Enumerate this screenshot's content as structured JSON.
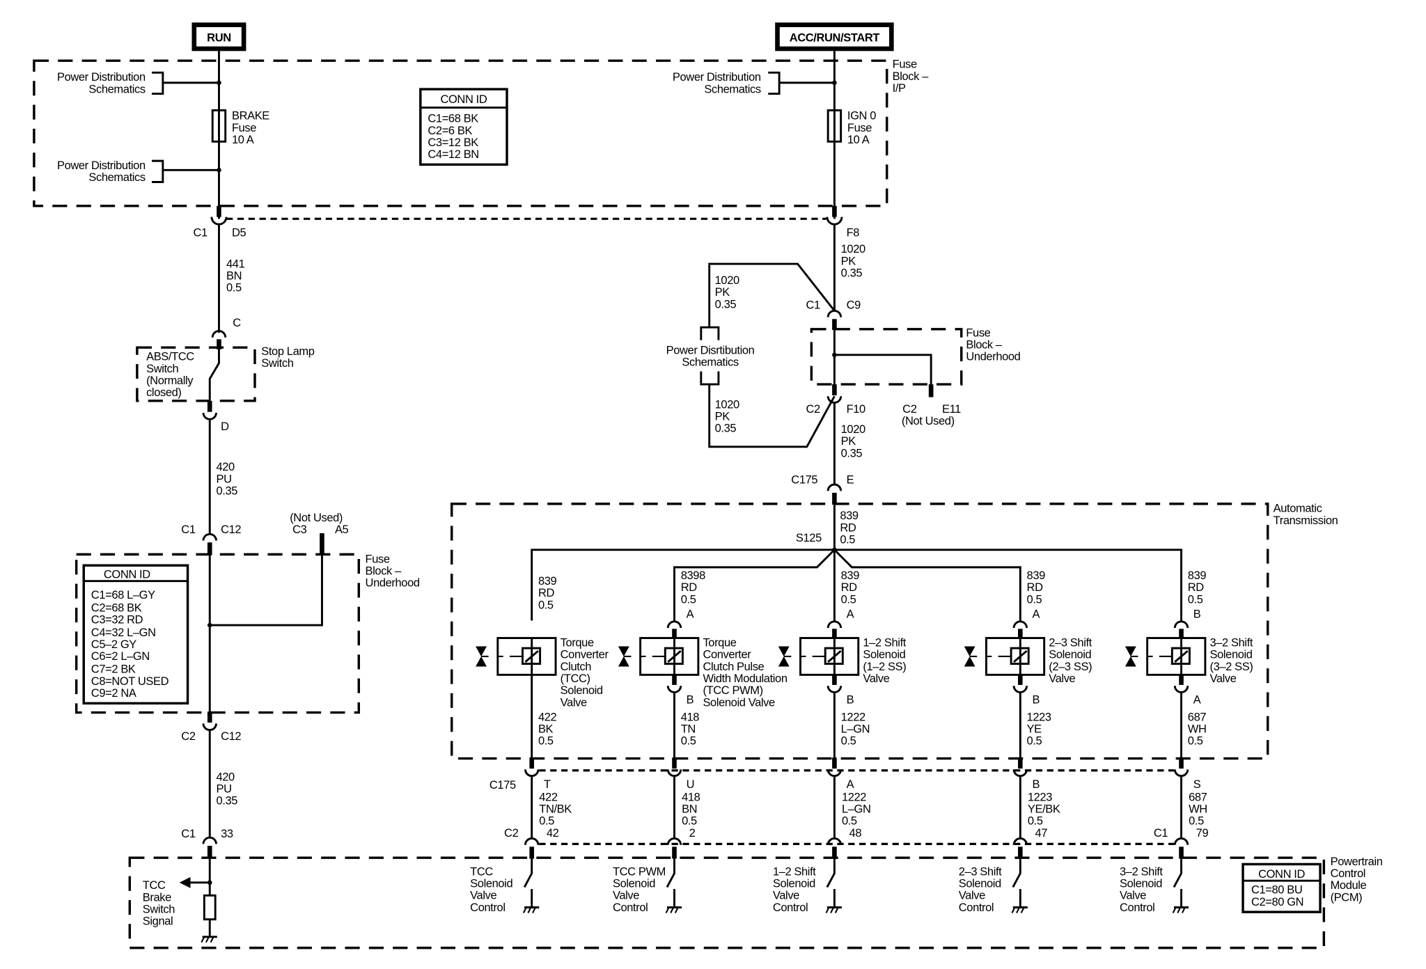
{
  "power_sources": {
    "run": "RUN",
    "acc_run_start": "ACC/RUN/START"
  },
  "fuse_block_ip": {
    "label": [
      "Fuse",
      "Block –",
      "I/P"
    ],
    "pds_left_top": [
      "Power Distribution",
      "Schematics"
    ],
    "pds_left_bottom": [
      "Power Distribution",
      "Schematics"
    ],
    "pds_right": [
      "Power Distribution",
      "Schematics"
    ],
    "brake_fuse": [
      "BRAKE",
      "Fuse",
      "10 A"
    ],
    "ign0_fuse": [
      "IGN 0",
      "Fuse",
      "10 A"
    ],
    "conn_id": {
      "title": "CONN ID",
      "rows": [
        "C1=68 BK",
        "C2=6 BK",
        "C3=12 BK",
        "C4=12 BN"
      ]
    },
    "left_connector": {
      "conn": "C1",
      "pin": "D5"
    },
    "right_connector": {
      "pin": "F8"
    }
  },
  "brake_circuit": {
    "wire_441": [
      "441",
      "BN",
      "0.5"
    ],
    "switch_pin_top": "C",
    "switch_pin_bottom": "D",
    "switch_label": [
      "ABS/TCC",
      "Switch",
      "(Normally",
      "closed)"
    ],
    "stop_lamp_switch": [
      "Stop Lamp",
      "Switch"
    ],
    "wire_420_a": [
      "420",
      "PU",
      "0.35"
    ],
    "fb_uh_top": {
      "conn": "C1",
      "pin": "C12"
    },
    "fb_uh_unused": {
      "note": "(Not Used)",
      "conn": "C3",
      "pin": "A5"
    },
    "fb_uh_label": [
      "Fuse",
      "Block –",
      "Underhood"
    ],
    "conn_id": {
      "title": "CONN ID",
      "rows": [
        "C1=68 L–GY",
        "C2=68 BK",
        "C3=32 RD",
        "C4=32 L–GN",
        "C5–2 GY",
        "C6=2 L–GN",
        "C7=2 BK",
        "C8=NOT USED",
        "C9=2 NA"
      ]
    },
    "fb_uh_bottom": {
      "conn": "C2",
      "pin": "C12"
    },
    "wire_420_b": [
      "420",
      "PU",
      "0.35"
    ],
    "pcm_conn": {
      "conn": "C1",
      "pin": "33"
    },
    "pcm_signal": [
      "TCC",
      "Brake",
      "Switch",
      "Signal"
    ]
  },
  "ign_circuit": {
    "wire_f8": [
      "1020",
      "PK",
      "0.35"
    ],
    "loop_top": [
      "1020",
      "PK",
      "0.35"
    ],
    "loop_bottom": [
      "1020",
      "PK",
      "0.35"
    ],
    "pds": [
      "Power Disrtibution",
      "Schematics"
    ],
    "uh_top": {
      "conn": "C1",
      "pin": "C9"
    },
    "uh_bottom": {
      "conn": "C2",
      "pin": "F10"
    },
    "uh_unused": {
      "conn": "C2",
      "pin": "E11",
      "note": "(Not Used)"
    },
    "uh_label": [
      "Fuse",
      "Block –",
      "Underhood"
    ],
    "wire_f10": [
      "1020",
      "PK",
      "0.35"
    ],
    "c175": {
      "conn": "C175",
      "pin": "E"
    }
  },
  "transmission": {
    "label": [
      "Automatic",
      "Transmission"
    ],
    "splice": "S125",
    "feed_wire": [
      "839",
      "RD",
      "0.5"
    ],
    "solenoids": [
      {
        "name": [
          "Torque",
          "Converter",
          "Clutch",
          "(TCC)",
          "Solenoid",
          "Valve"
        ],
        "in_wire": [
          "839",
          "RD",
          "0.5"
        ],
        "pin_in": "",
        "pin_out": "",
        "out_wire": [
          "422",
          "BK",
          "0.5"
        ],
        "c175_pin": "T",
        "pcm_wire": [
          "422",
          "TN/BK",
          "0.5"
        ],
        "pcm_conn": "C2",
        "pcm_pin": "42",
        "pcm_label": [
          "TCC",
          "Solenoid",
          "Valve",
          "Control"
        ]
      },
      {
        "name": [
          "Torque",
          "Converter",
          "Clutch Pulse",
          "Width Modulation",
          "(TCC PWM)",
          "Solenoid Valve"
        ],
        "in_wire": [
          "8398",
          "RD",
          "0.5"
        ],
        "pin_in": "A",
        "pin_out": "B",
        "out_wire": [
          "418",
          "TN",
          "0.5"
        ],
        "c175_pin": "U",
        "pcm_wire": [
          "418",
          "BN",
          "0.5"
        ],
        "pcm_conn": "",
        "pcm_pin": "2",
        "pcm_label": [
          "TCC PWM",
          "Solenoid",
          "Valve",
          "Control"
        ]
      },
      {
        "name": [
          "1–2 Shift",
          "Solenoid",
          "(1–2 SS)",
          "Valve"
        ],
        "in_wire": [
          "839",
          "RD",
          "0.5"
        ],
        "pin_in": "A",
        "pin_out": "B",
        "out_wire": [
          "1222",
          "L–GN",
          "0.5"
        ],
        "c175_pin": "A",
        "pcm_wire": [
          "1222",
          "L–GN",
          "0.5"
        ],
        "pcm_conn": "",
        "pcm_pin": "48",
        "pcm_label": [
          "1–2 Shift",
          "Solenoid",
          "Valve",
          "Control"
        ]
      },
      {
        "name": [
          "2–3 Shift",
          "Solenoid",
          "(2–3 SS)",
          "Valve"
        ],
        "in_wire": [
          "839",
          "RD",
          "0.5"
        ],
        "pin_in": "A",
        "pin_out": "B",
        "out_wire": [
          "1223",
          "YE",
          "0.5"
        ],
        "c175_pin": "B",
        "pcm_wire": [
          "1223",
          "YE/BK",
          "0.5"
        ],
        "pcm_conn": "",
        "pcm_pin": "47",
        "pcm_label": [
          "2–3 Shift",
          "Solenoid",
          "Valve",
          "Control"
        ]
      },
      {
        "name": [
          "3–2 Shift",
          "Solenoid",
          "(3–2 SS)",
          "Valve"
        ],
        "in_wire": [
          "839",
          "RD",
          "0.5"
        ],
        "pin_in": "B",
        "pin_out": "A",
        "out_wire": [
          "687",
          "WH",
          "0.5"
        ],
        "c175_pin": "S",
        "pcm_wire": [
          "687",
          "WH",
          "0.5"
        ],
        "pcm_conn": "C1",
        "pcm_pin": "79",
        "pcm_label": [
          "3–2 Shift",
          "Solenoid",
          "Valve",
          "Control"
        ]
      }
    ],
    "c175_label": "C175"
  },
  "pcm": {
    "label": [
      "Powertrain",
      "Control",
      "Module",
      "(PCM)"
    ],
    "conn_id": {
      "title": "CONN ID",
      "rows": [
        "C1=80 BU",
        "C2=80 GN"
      ]
    }
  }
}
